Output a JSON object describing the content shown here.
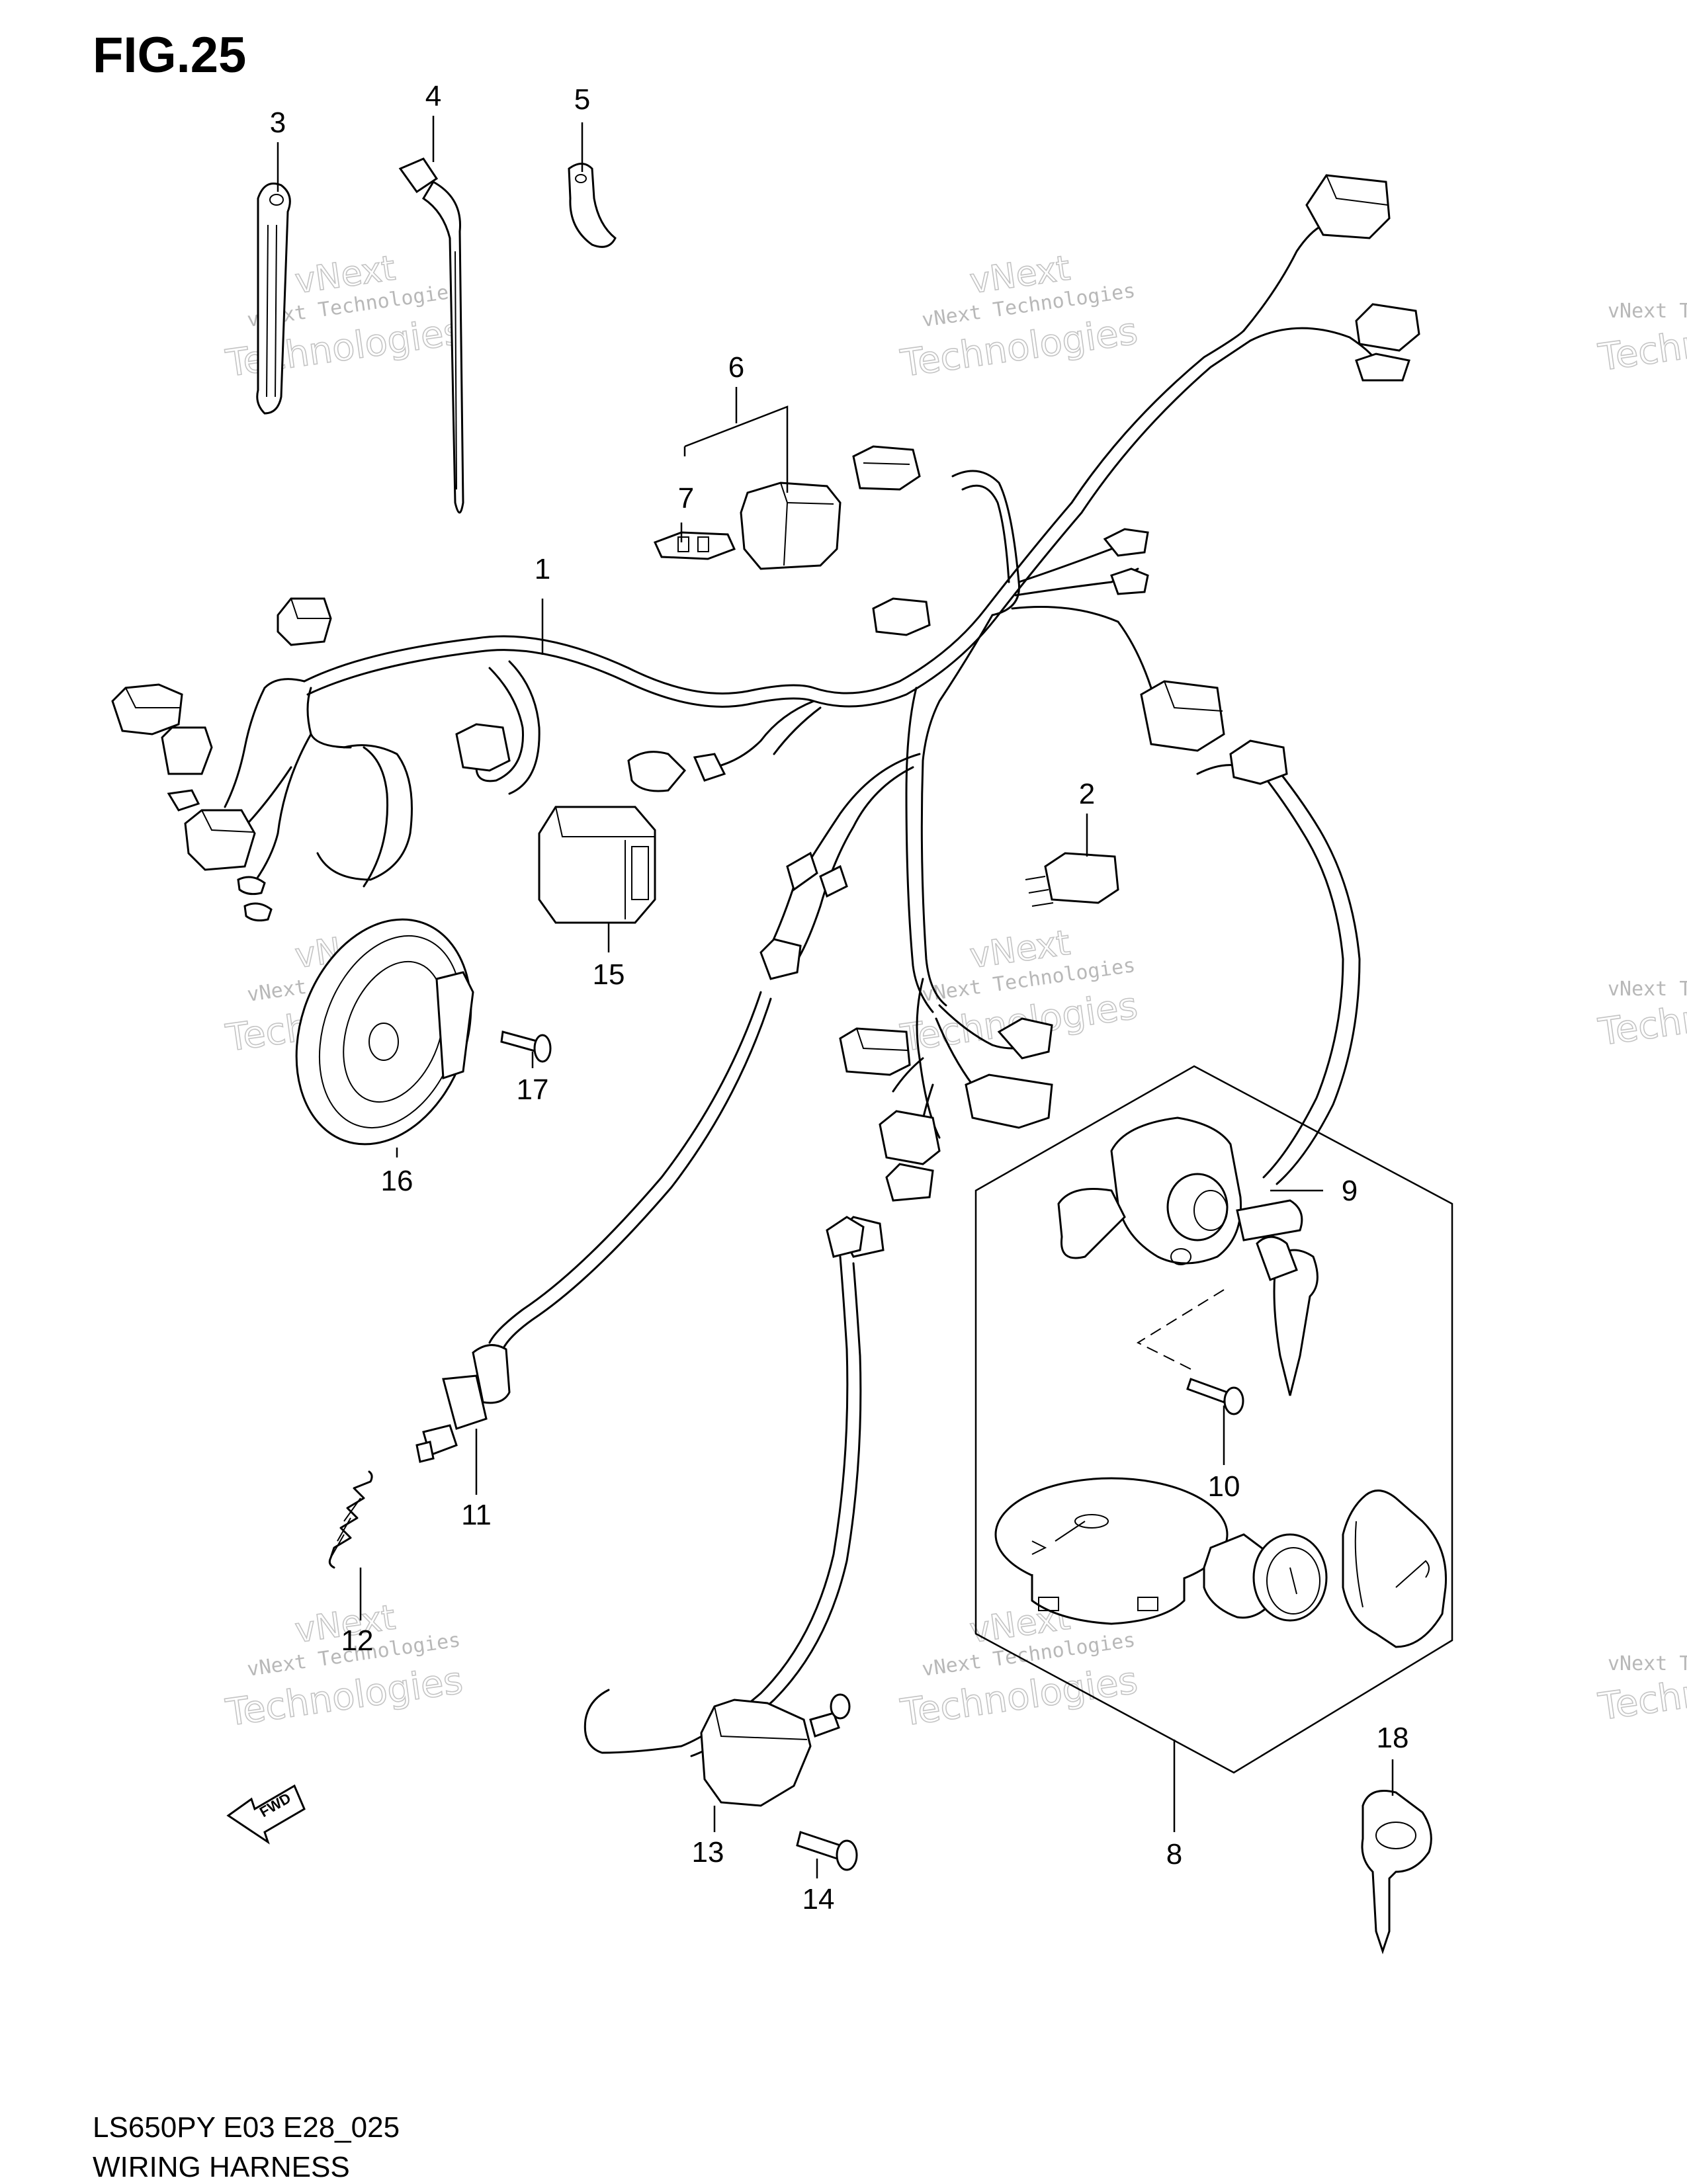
{
  "figure": {
    "title": "FIG.25",
    "drawing_code": "LS650PY E03 E28_025",
    "drawing_name": "WIRING HARNESS"
  },
  "callouts": [
    "1",
    "2",
    "3",
    "4",
    "5",
    "6",
    "7",
    "8",
    "9",
    "10",
    "11",
    "12",
    "13",
    "14",
    "15",
    "16",
    "17",
    "18"
  ],
  "watermark": {
    "line1": "vNext Technologies",
    "line2": "vNext",
    "line3": "Technologies"
  },
  "fwd_label": "FWD"
}
